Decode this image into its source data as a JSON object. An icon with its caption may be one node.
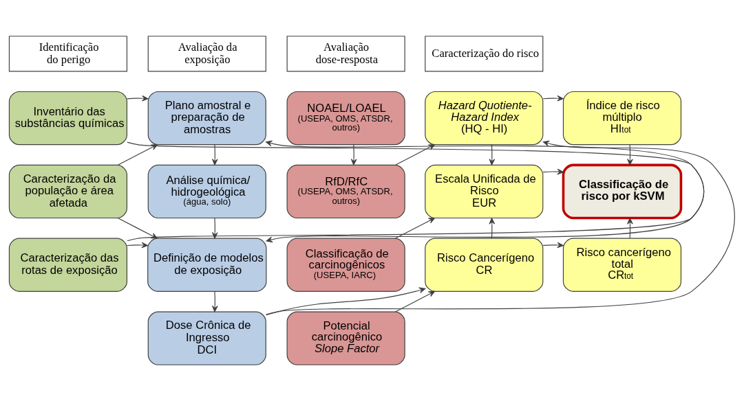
{
  "diagram": {
    "nodes": [
      {
        "text": [
          "Identificação do perigo"
        ]
      },
      {
        "text": [
          "Avaliação da exposição"
        ]
      },
      {
        "text": [
          "Avaliação dose-resposta"
        ]
      },
      {
        "text": [
          "Caracterização do risco"
        ]
      },
      {
        "text": [
          "Inventário das substâncias químicas"
        ]
      },
      {
        "text": [
          "Caracterização da população e área afetada"
        ]
      },
      {
        "text": [
          "Caracterização das rotas de exposição"
        ]
      },
      {
        "text": [
          "Plano amostral e preparação de amostras"
        ]
      },
      {
        "text": [
          "Análise química/ hidrogeológica",
          "(água, solo)"
        ]
      },
      {
        "text": [
          "Definição de modelos de exposição"
        ]
      },
      {
        "text": [
          "Dose Crônica de Ingresso",
          "DCI"
        ]
      },
      {
        "text": [
          "NOAEL/LOAEL",
          "(USEPA, OMS, ATSDR, outros)"
        ]
      },
      {
        "text": [
          "RfD/RfC",
          "(USEPA, OMS, ATSDR, outros)"
        ]
      },
      {
        "text": [
          "Classificação de carcinogênicos",
          "(USEPA, IARC)"
        ]
      },
      {
        "text": [
          "Potencial carcinogênico",
          "Slope Factor"
        ]
      },
      {
        "text": [
          "Hazard Quotiente- Hazard Index",
          "(HQ - HI)"
        ]
      },
      {
        "text": [
          "Índice de risco múltiplo",
          "HI$^{tot}$"
        ]
      },
      {
        "text": [
          "Escala Unificada de Risco",
          "EUR"
        ]
      },
      {
        "text": [
          "Classificação de risco por kSVM"
        ]
      },
      {
        "text": [
          "Risco Cancerígeno",
          "CR"
        ]
      },
      {
        "text": [
          "Risco cancerígeno total",
          "CR$^{tot}$"
        ]
      }
    ],
    "edges": [
      {
        "from": 4,
        "to": 7,
        "arrow": "to"
      },
      {
        "from": 4,
        "to": 9,
        "arrow": "to"
      },
      {
        "from": 5,
        "to": 7,
        "arrow": "to"
      },
      {
        "from": 5,
        "to": 9,
        "arrow": "to"
      },
      {
        "from": 6,
        "to": 7,
        "arrow": "to"
      },
      {
        "from": 6,
        "to": 9,
        "arrow": "to"
      },
      {
        "from": 7,
        "to": 8,
        "arrow": "to"
      },
      {
        "from": 8,
        "to": 9,
        "arrow": "to"
      },
      {
        "from": 9,
        "to": 10,
        "arrow": "to"
      },
      {
        "from": 10,
        "to": 15,
        "arrow": "to"
      },
      {
        "from": 10,
        "to": 19,
        "arrow": "to"
      },
      {
        "from": 11,
        "to": 12,
        "arrow": "to"
      },
      {
        "from": 12,
        "to": 15,
        "arrow": "to"
      },
      {
        "from": 13,
        "to": 17,
        "arrow": "to"
      },
      {
        "from": 14,
        "to": 19,
        "arrow": "to"
      },
      {
        "from": 15,
        "to": 16,
        "arrow": "to"
      },
      {
        "from": 15,
        "to": 17,
        "arrow": "to"
      },
      {
        "from": 16,
        "to": 18,
        "arrow": "to"
      },
      {
        "from": 17,
        "to": 18,
        "arrow": "to"
      },
      {
        "from": 19,
        "to": 17,
        "arrow": "to"
      },
      {
        "from": 19,
        "to": 20,
        "arrow": "to"
      },
      {
        "from": 20,
        "to": 18,
        "arrow": "to"
      }
    ]
  }
}
